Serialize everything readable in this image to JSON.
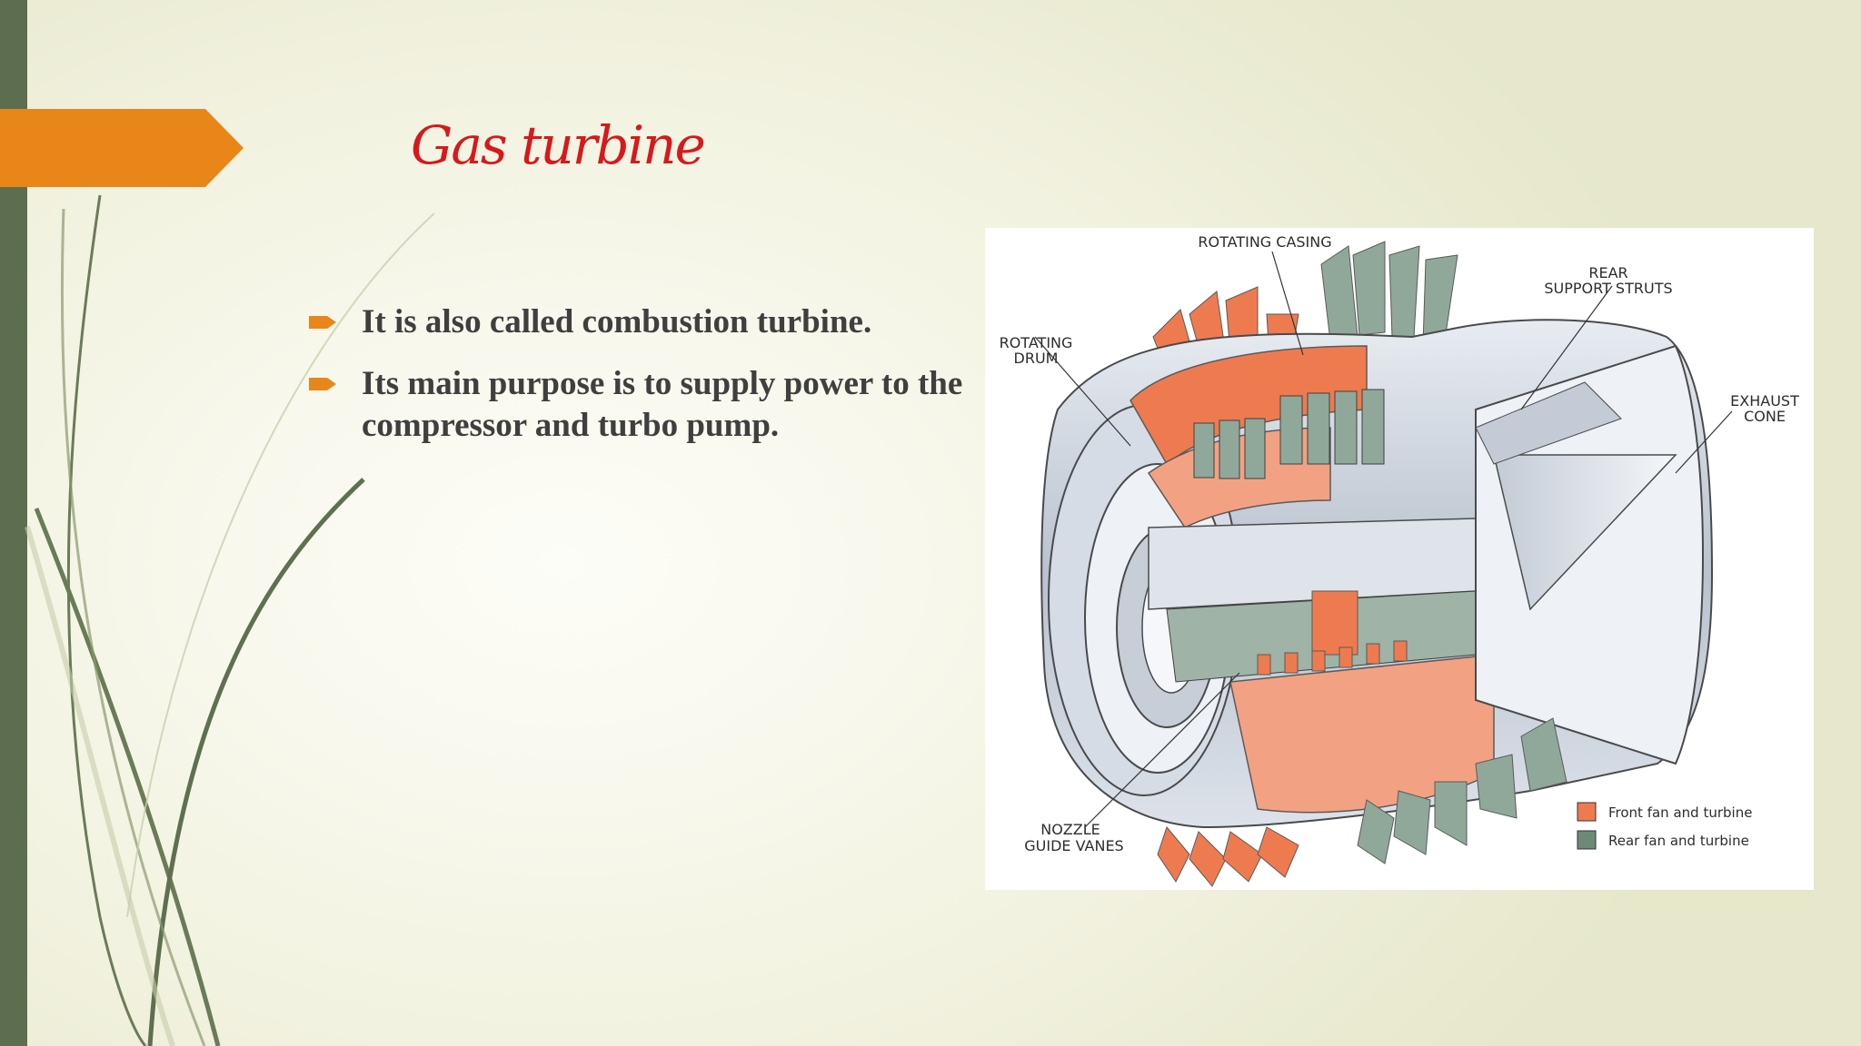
{
  "slide": {
    "title": "Gas turbine",
    "bullets": [
      "It is also called combustion turbine.",
      "Its main purpose is to supply power to the compressor and turbo pump."
    ]
  },
  "figure": {
    "labels": {
      "rotating_casing": "ROTATING CASING",
      "rear_support_struts_1": "REAR",
      "rear_support_struts_2": "SUPPORT STRUTS",
      "rotating_drum_1": "ROTATING",
      "rotating_drum_2": "DRUM",
      "exhaust_cone_1": "EXHAUST",
      "exhaust_cone_2": "CONE",
      "nozzle_guide_vanes_1": "NOZZLE",
      "nozzle_guide_vanes_2": "GUIDE VANES"
    },
    "legend": [
      {
        "label": "Front fan and turbine",
        "color": "#ee7b4f"
      },
      {
        "label": "Rear  fan and turbine",
        "color": "#6d8a77"
      }
    ]
  },
  "colors": {
    "accent_bar": "#5c6e4f",
    "title_arrow": "#e8861a",
    "title_text": "#d7191c",
    "bullet_icon": "#e8861a"
  }
}
